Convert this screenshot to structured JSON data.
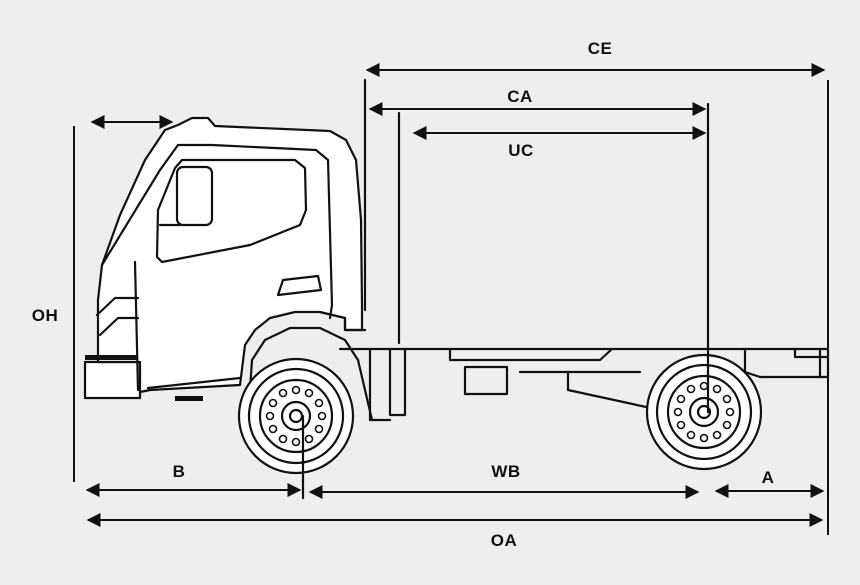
{
  "labels": {
    "ce": "CE",
    "ca": "CA",
    "uc": "UC",
    "oh": "OH",
    "b": "B",
    "wb": "WB",
    "a": "A",
    "oa": "OA"
  },
  "colors": {
    "background": "#eeeeee",
    "line": "#111111",
    "fill": "#ffffff"
  }
}
